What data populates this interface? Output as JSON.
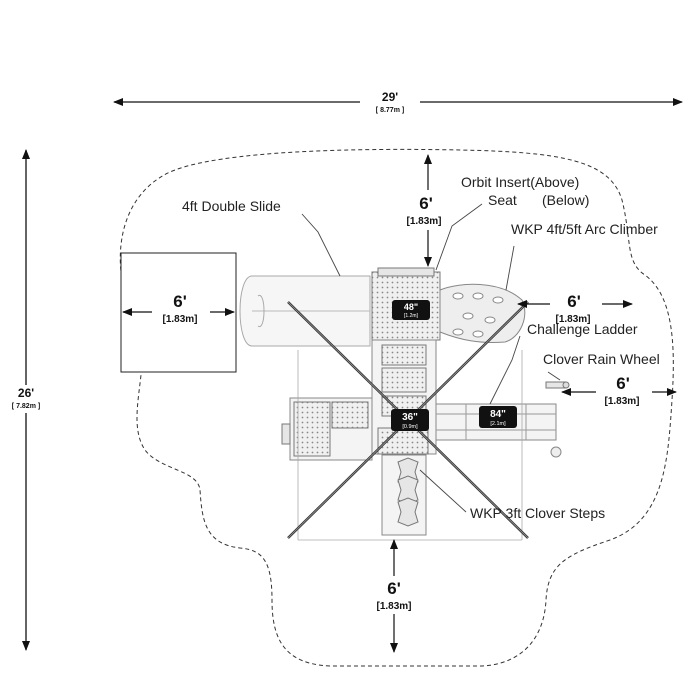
{
  "dimensions": {
    "width": {
      "imperial": "29'",
      "metric": "[ 8.77m ]"
    },
    "height": {
      "imperial": "26'",
      "metric": "[ 7.82m ]"
    }
  },
  "clearances": {
    "top": {
      "imperial": "6'",
      "metric": "[1.83m]"
    },
    "left": {
      "imperial": "6'",
      "metric": "[1.83m]"
    },
    "right": {
      "imperial": "6'",
      "metric": "[1.83m]"
    },
    "wheel": {
      "imperial": "6'",
      "metric": "[1.83m]"
    },
    "bottom": {
      "imperial": "6'",
      "metric": "[1.83m]"
    }
  },
  "callouts": {
    "orbit_insert": "Orbit Insert(Above)",
    "seat": "Seat",
    "below": "(Below)",
    "double_slide": "4ft Double Slide",
    "arc_climber": "WKP 4ft/5ft Arc Climber",
    "challenge_ladder": "Challenge Ladder",
    "rain_wheel": "Clover Rain Wheel",
    "clover_steps": "WKP 3ft Clover Steps"
  },
  "deck_heights": [
    {
      "imperial": "48\"",
      "metric": "[1.2m]"
    },
    {
      "imperial": "36\"",
      "metric": "[0.9m]"
    },
    {
      "imperial": "84\"",
      "metric": "[2.1m]"
    }
  ]
}
